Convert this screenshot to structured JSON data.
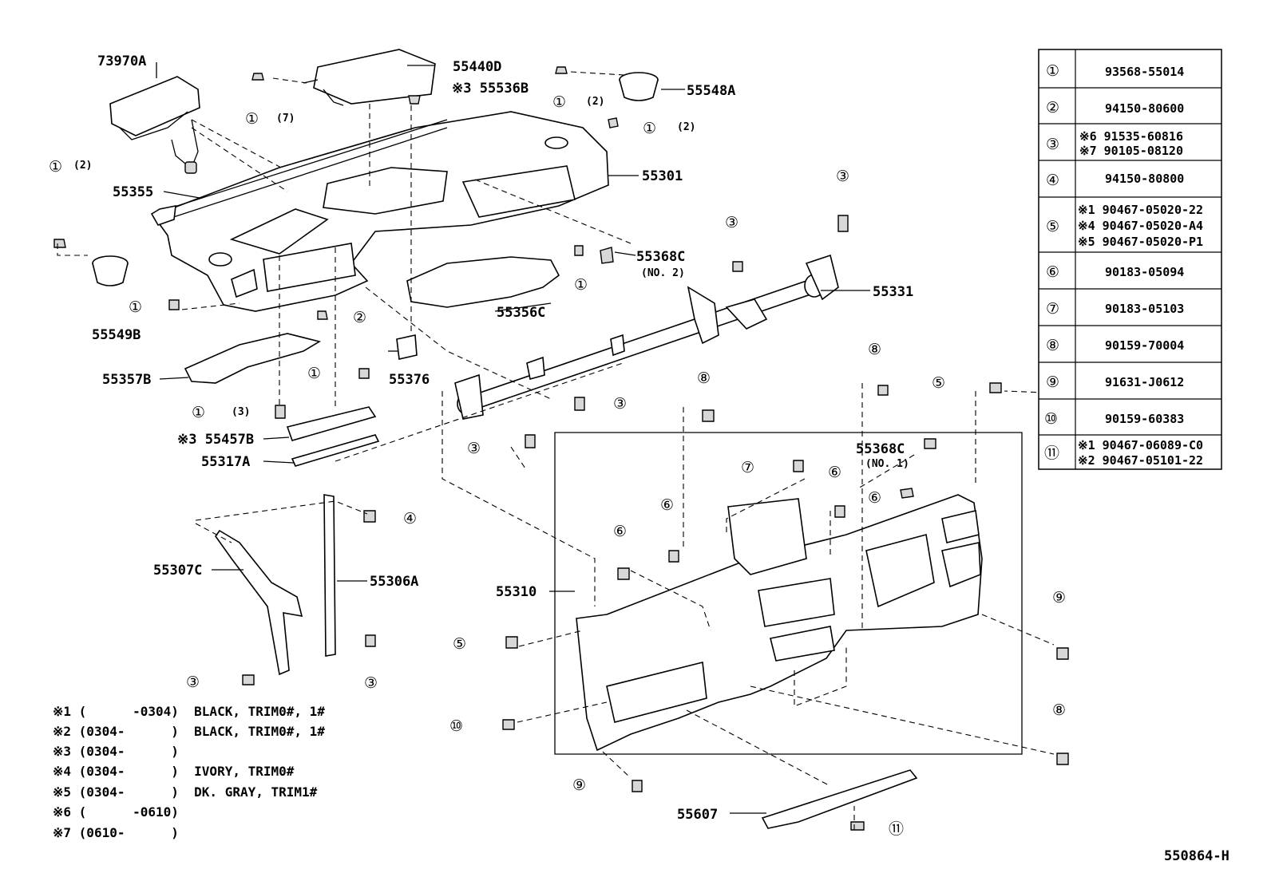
{
  "diagram_id": "550864-H",
  "callouts": {
    "p73970A": "73970A",
    "p55440D": "55440D",
    "p55536B": "※3 55536B",
    "p55548A": "55548A",
    "p55301": "55301",
    "p55355": "55355",
    "p55368C_2": "55368C",
    "p55368C_2_sub": "(NO. 2)",
    "p55331": "55331",
    "p55549B": "55549B",
    "p55356C": "55356C",
    "p55357B": "55357B",
    "p55376": "55376",
    "p55457B": "※3 55457B",
    "p55317A": "55317A",
    "p55368C_1": "55368C",
    "p55368C_1_sub": "(NO. 1)",
    "p55307C": "55307C",
    "p55306A": "55306A",
    "p55310": "55310",
    "p55607": "55607"
  },
  "qty": {
    "q2": "(2)",
    "q7": "(7)",
    "q3": "(3)"
  },
  "parts_table": [
    {
      "key": "①",
      "lines": [
        "93568-55014"
      ]
    },
    {
      "key": "②",
      "lines": [
        "94150-80600"
      ]
    },
    {
      "key": "③",
      "lines": [
        "※6 91535-60816",
        "※7 90105-08120"
      ]
    },
    {
      "key": "④",
      "lines": [
        "94150-80800"
      ]
    },
    {
      "key": "⑤",
      "lines": [
        "※1 90467-05020-22",
        "※4 90467-05020-A4",
        "※5 90467-05020-P1"
      ]
    },
    {
      "key": "⑥",
      "lines": [
        "90183-05094"
      ]
    },
    {
      "key": "⑦",
      "lines": [
        "90183-05103"
      ]
    },
    {
      "key": "⑧",
      "lines": [
        "90159-70004"
      ]
    },
    {
      "key": "⑨",
      "lines": [
        "91631-J0612"
      ]
    },
    {
      "key": "⑩",
      "lines": [
        "90159-60383"
      ]
    },
    {
      "key": "⑪",
      "lines": [
        "※1 90467-06089-C0",
        "※2 90467-05101-22"
      ]
    }
  ],
  "notes": [
    "※1 (      -0304)  BLACK, TRIM0#, 1#",
    "※2 (0304-      )  BLACK, TRIM0#, 1#",
    "※3 (0304-      )",
    "※4 (0304-      )  IVORY, TRIM0#",
    "※5 (0304-      )  DK. GRAY, TRIM1#",
    "※6 (      -0610)",
    "※7 (0610-      )"
  ]
}
